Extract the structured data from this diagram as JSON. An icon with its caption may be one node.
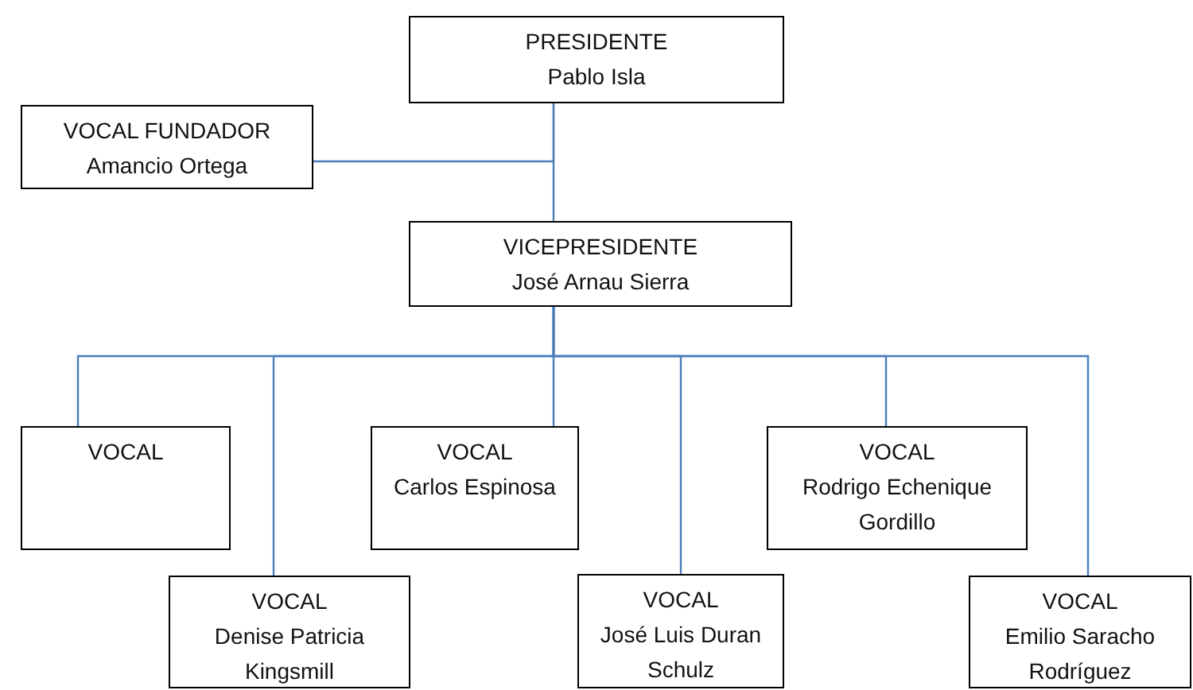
{
  "diagram": {
    "nodes": [
      {
        "text": [
          "PRESIDENTE",
          "Pablo Isla"
        ]
      },
      {
        "text": [
          "VOCAL FUNDADOR",
          "Amancio Ortega"
        ]
      },
      {
        "text": [
          "VICEPRESIDENTE",
          "José Arnau Sierra"
        ]
      },
      {
        "text": [
          "VOCAL"
        ]
      },
      {
        "text": [
          "VOCAL",
          "Denise Patricia Kingsmill"
        ]
      },
      {
        "text": [
          "VOCAL",
          "Carlos Espinosa"
        ]
      },
      {
        "text": [
          "VOCAL",
          "José Luis Duran Schulz"
        ]
      },
      {
        "text": [
          "VOCAL",
          "Rodrigo Echenique Gordillo"
        ]
      },
      {
        "text": [
          "VOCAL",
          "Emilio Saracho Rodríguez"
        ]
      }
    ],
    "edges": [
      {
        "from": 0,
        "to": 2,
        "arrow": "none"
      },
      {
        "from": 0,
        "to": 1,
        "arrow": "none"
      },
      {
        "from": 2,
        "to": 3,
        "arrow": "none"
      },
      {
        "from": 2,
        "to": 4,
        "arrow": "none"
      },
      {
        "from": 2,
        "to": 5,
        "arrow": "none"
      },
      {
        "from": 2,
        "to": 6,
        "arrow": "none"
      },
      {
        "from": 2,
        "to": 7,
        "arrow": "none"
      },
      {
        "from": 2,
        "to": 8,
        "arrow": "none"
      }
    ]
  }
}
